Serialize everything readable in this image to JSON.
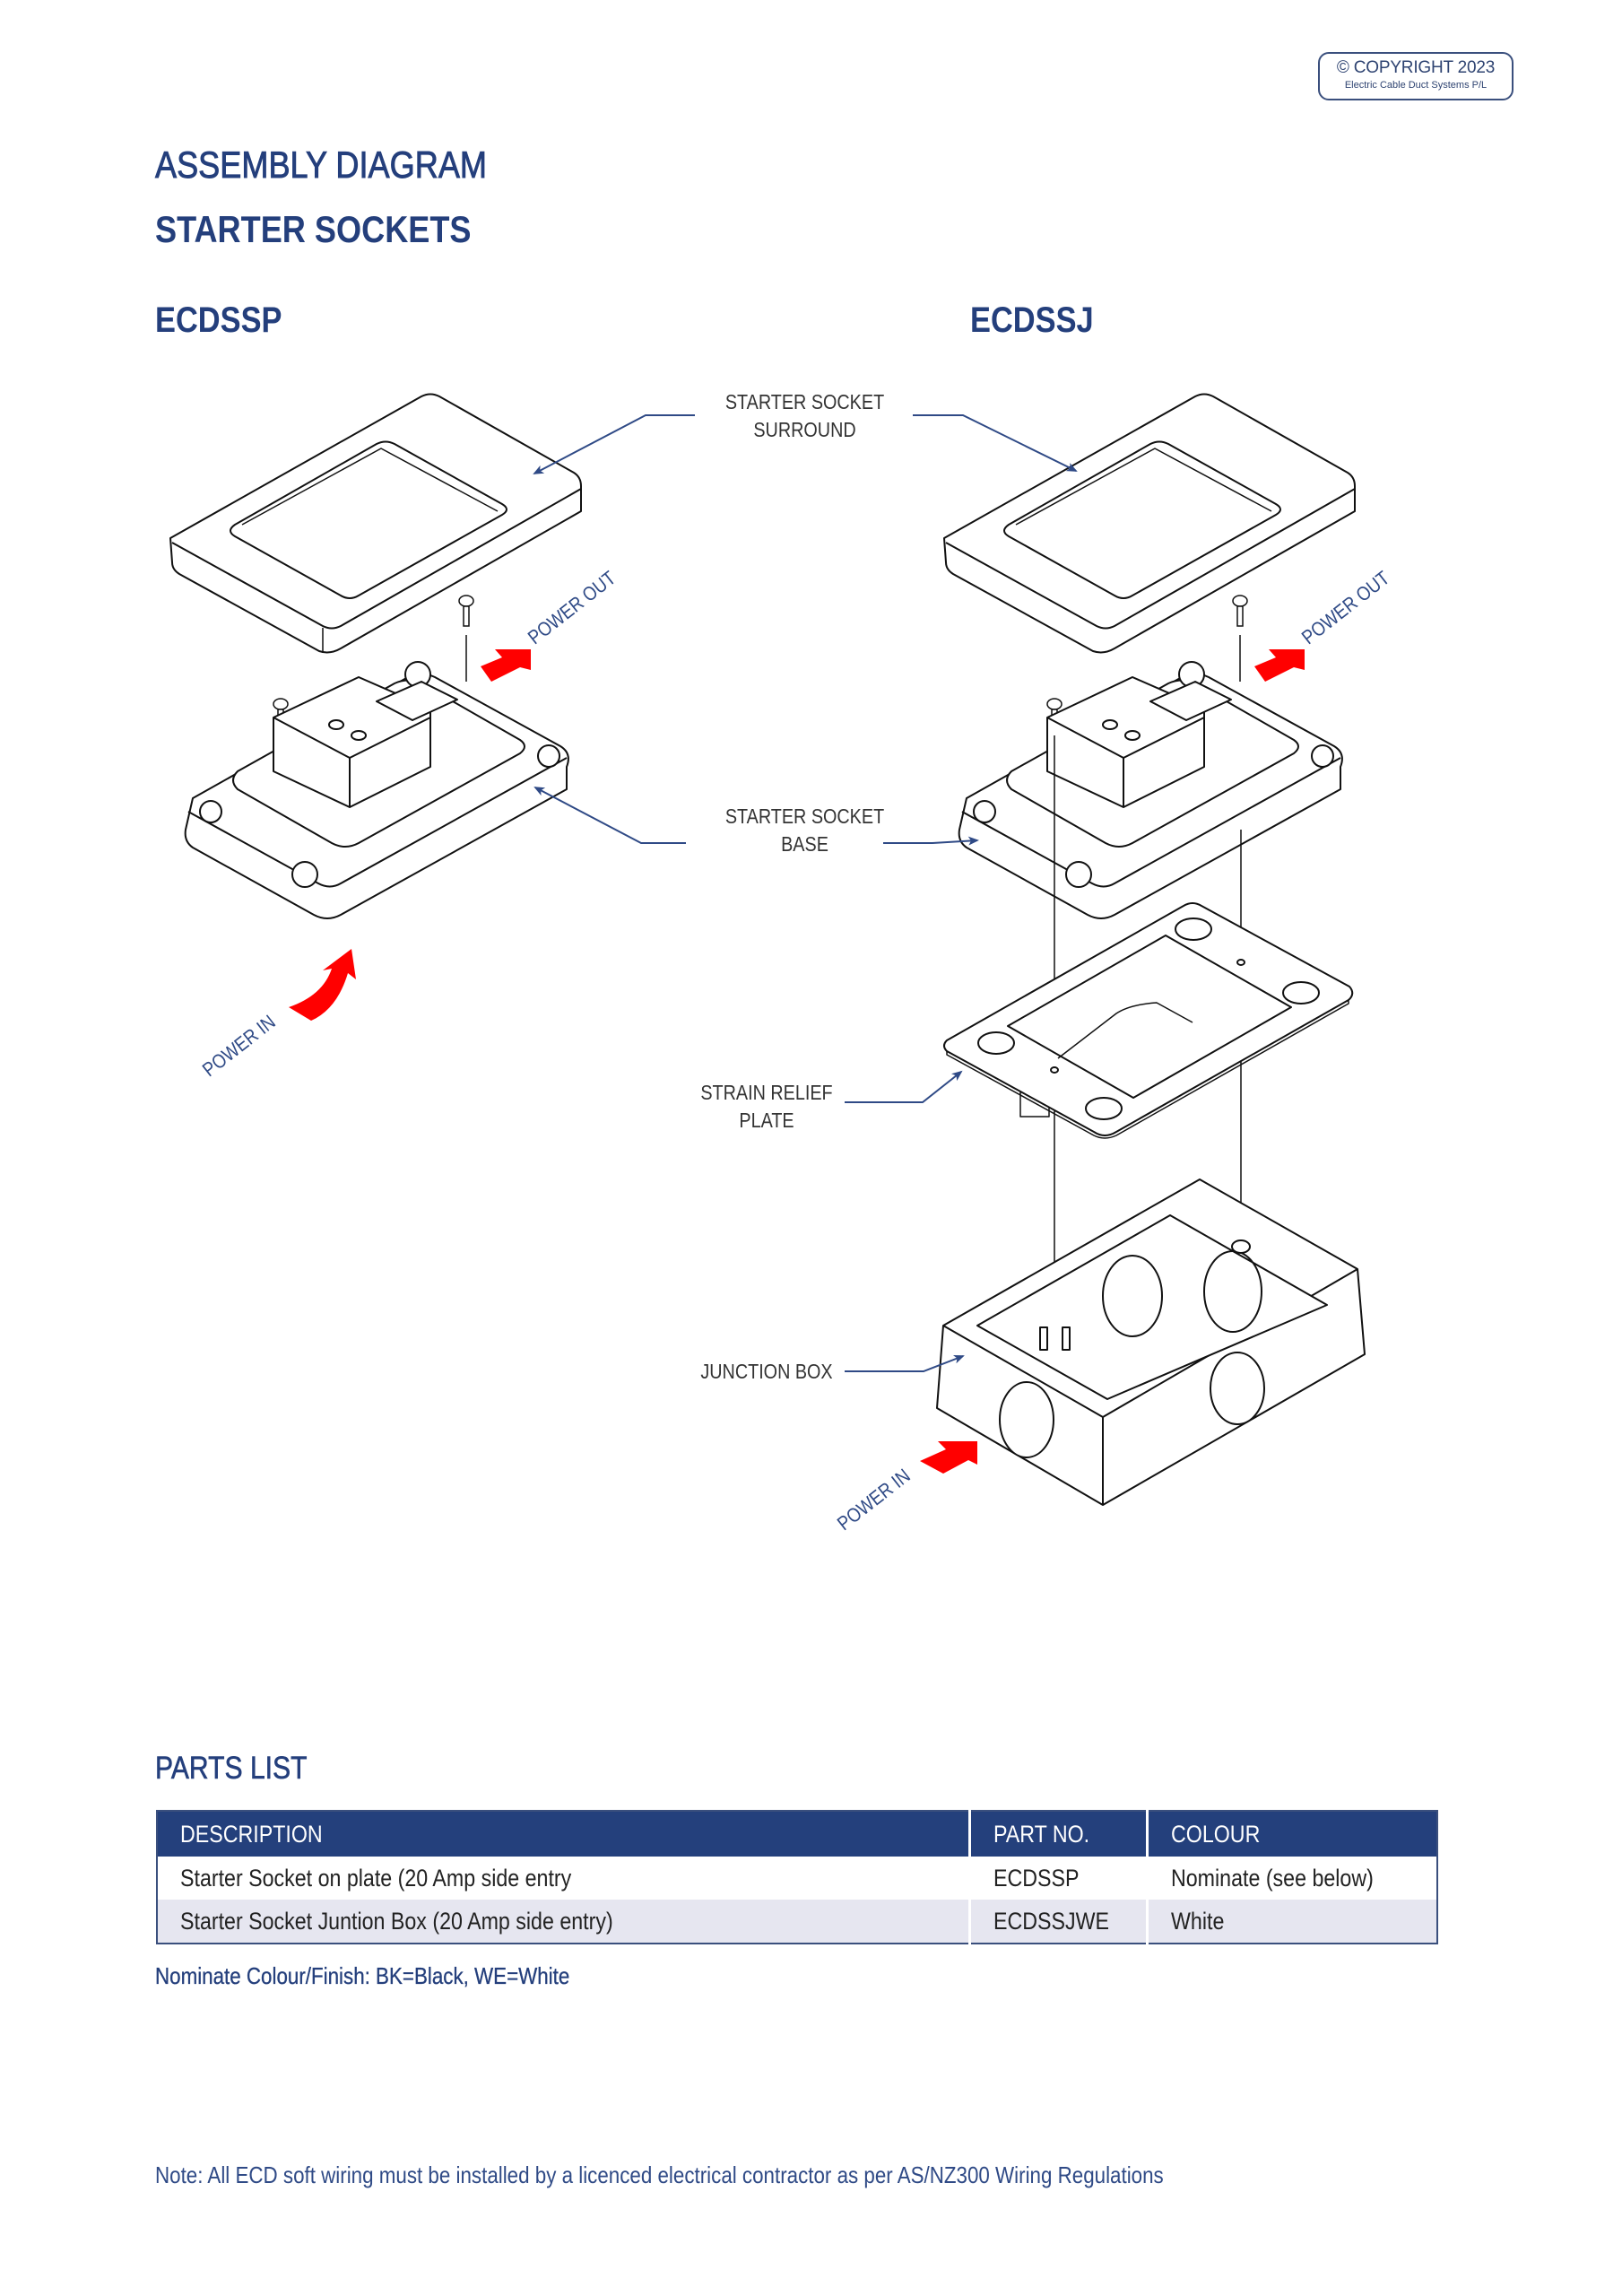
{
  "copyright": {
    "line1": "© COPYRIGHT 2023",
    "line2": "Electric Cable Duct Systems P/L"
  },
  "header": {
    "title": "ASSEMBLY DIAGRAM",
    "subtitle": "STARTER SOCKETS"
  },
  "models": {
    "left": "ECDSSP",
    "right": "ECDSSJ"
  },
  "callouts": {
    "surround": [
      "STARTER SOCKET",
      "SURROUND"
    ],
    "base": [
      "STARTER SOCKET",
      "BASE"
    ],
    "strain_relief": [
      "STRAIN RELIEF",
      "PLATE"
    ],
    "junction_box": [
      "JUNCTION BOX"
    ]
  },
  "flow_labels": {
    "power_out_left": "POWER OUT",
    "power_in_left": "POWER IN",
    "power_out_right": "POWER OUT",
    "power_in_right": "POWER IN"
  },
  "colors": {
    "brand_navy": "#243f7c",
    "arrow_red": "#ff0000",
    "row_alt": "#e6e6f0"
  },
  "parts_list": {
    "title": "PARTS LIST",
    "columns": [
      "DESCRIPTION",
      "PART NO.",
      "COLOUR"
    ],
    "rows": [
      [
        "Starter Socket on plate (20 Amp side entry",
        "ECDSSP",
        "Nominate (see below)"
      ],
      [
        "Starter Socket Juntion Box (20 Amp side entry)",
        "ECDSSJWE",
        "White"
      ]
    ],
    "footnote": "Nominate Colour/Finish: BK=Black, WE=White"
  },
  "note": "Note: All ECD soft wiring must be installed by a licenced electrical contractor as per AS/NZ300 Wiring Regulations"
}
